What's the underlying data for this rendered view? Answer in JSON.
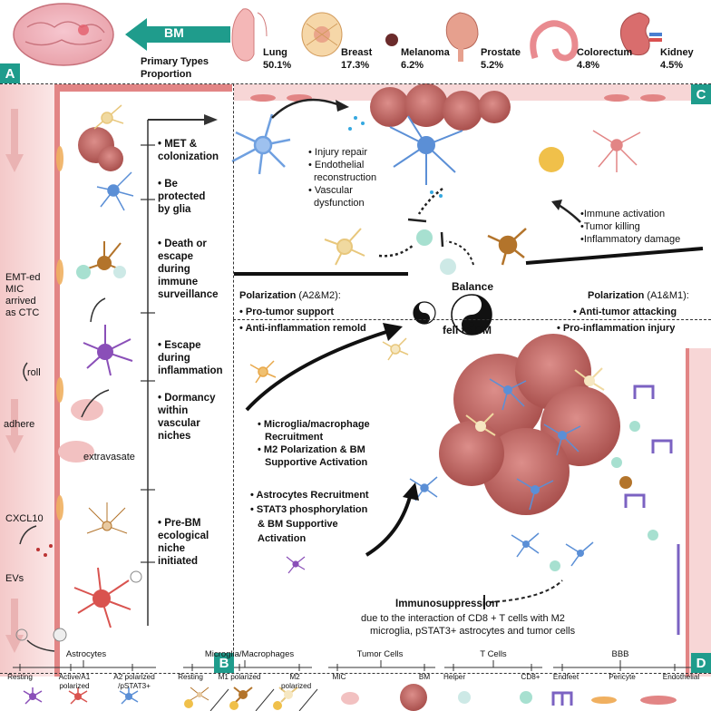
{
  "top": {
    "arrow_label": "BM",
    "types_label": "Primary Types",
    "proportion_label": "Proportion",
    "organs": [
      {
        "name": "Lung",
        "pct": "50.1%"
      },
      {
        "name": "Breast",
        "pct": "17.3%"
      },
      {
        "name": "Melanoma",
        "pct": "6.2%"
      },
      {
        "name": "Prostate",
        "pct": "5.2%"
      },
      {
        "name": "Colorectum",
        "pct": "4.8%"
      },
      {
        "name": "Kidney",
        "pct": "4.5%"
      }
    ],
    "tag": "A"
  },
  "panel_a": {
    "ctc_lines": [
      "EMT-ed",
      "MIC",
      "arrived",
      "as CTC"
    ],
    "roll": "roll",
    "adhere": "adhere",
    "extravasate": "extravasate",
    "cxcl10": "CXCL10",
    "evs": "EVs"
  },
  "stages": [
    {
      "lines": [
        "• MET &",
        "colonization"
      ]
    },
    {
      "lines": [
        "• Be",
        "protected",
        "by glia"
      ]
    },
    {
      "lines": [
        "• Death or",
        "escape",
        "during",
        "immune",
        "surveillance"
      ]
    },
    {
      "lines": [
        "• Escape",
        "during",
        "inflammation"
      ]
    },
    {
      "lines": [
        "• Dormancy",
        "within",
        "vascular",
        "niches"
      ]
    },
    {
      "lines": [
        "• Pre-BM",
        "ecological",
        "niche",
        "initiated"
      ]
    }
  ],
  "panel_b_tag": "B",
  "panel_c": {
    "tag": "C",
    "left_effects": [
      "• Injury repair",
      "• Endothelial",
      "reconstruction",
      "• Vascular",
      "dysfunction"
    ],
    "right_effects": [
      "•Immune activation",
      "•Tumor killing",
      "•Inflammatory damage"
    ],
    "polar_left_title": "Polarization",
    "polar_left_paren": "(A2&M2):",
    "polar_left_items": [
      "• Pro-tumor support",
      "• Anti-inflammation remold"
    ],
    "balance": [
      "Balance",
      "fell to BM"
    ],
    "polar_right_title": "Polarization",
    "polar_right_paren": "(A1&M1):",
    "polar_right_items": [
      "• Anti-tumor attacking",
      "• Pro-inflammation injury"
    ]
  },
  "panel_d": {
    "tag": "D",
    "micro_items": [
      "• Microglia/macrophage",
      "Recruitment",
      "• M2 Polarization & BM",
      "Supportive Activation"
    ],
    "astro_items": [
      "• Astrocytes Recruitment",
      "• STAT3 phosphorylation",
      "& BM Supportive",
      "Activation"
    ],
    "immuno_title": "Immunosuppression",
    "immuno_lines": [
      "due to the interaction of CD8 + T cells with M2",
      "microglia, pSTAT3+ astrocytes and tumor cells"
    ]
  },
  "legend": {
    "groups": [
      {
        "title": "Astrocytes",
        "items": [
          [
            "Resting"
          ],
          [
            "Active/A1",
            "polarized"
          ],
          [
            "A2 polarized",
            "/pSTAT3+"
          ]
        ]
      },
      {
        "title": "Microglia/Macrophages",
        "items": [
          [
            "Resting"
          ],
          [
            "M1 polarized"
          ],
          [
            "M2",
            "polarized"
          ]
        ]
      },
      {
        "title": "Tumor Cells",
        "items": [
          [
            "MIC"
          ],
          [
            "BM"
          ]
        ]
      },
      {
        "title": "T Cells",
        "items": [
          [
            "Helper"
          ],
          [
            "CD8+"
          ]
        ]
      },
      {
        "title": "BBB",
        "items": [
          [
            "Endfeet"
          ],
          [
            "Pericyte"
          ],
          [
            "Endothelial"
          ]
        ]
      }
    ]
  },
  "colors": {
    "teal": "#1f9c8c",
    "vessel": "#f7d6d6",
    "endothelial": "#e28585",
    "tumor": "#c9706e",
    "astro_resting": "#8a4fb8",
    "astro_a1": "#d9534f",
    "astro_a2": "#5b8fd6",
    "microglia_m1": "#b3742b",
    "microglia_m2": "#f0d9a0",
    "tcell": "#a7e0d0"
  }
}
